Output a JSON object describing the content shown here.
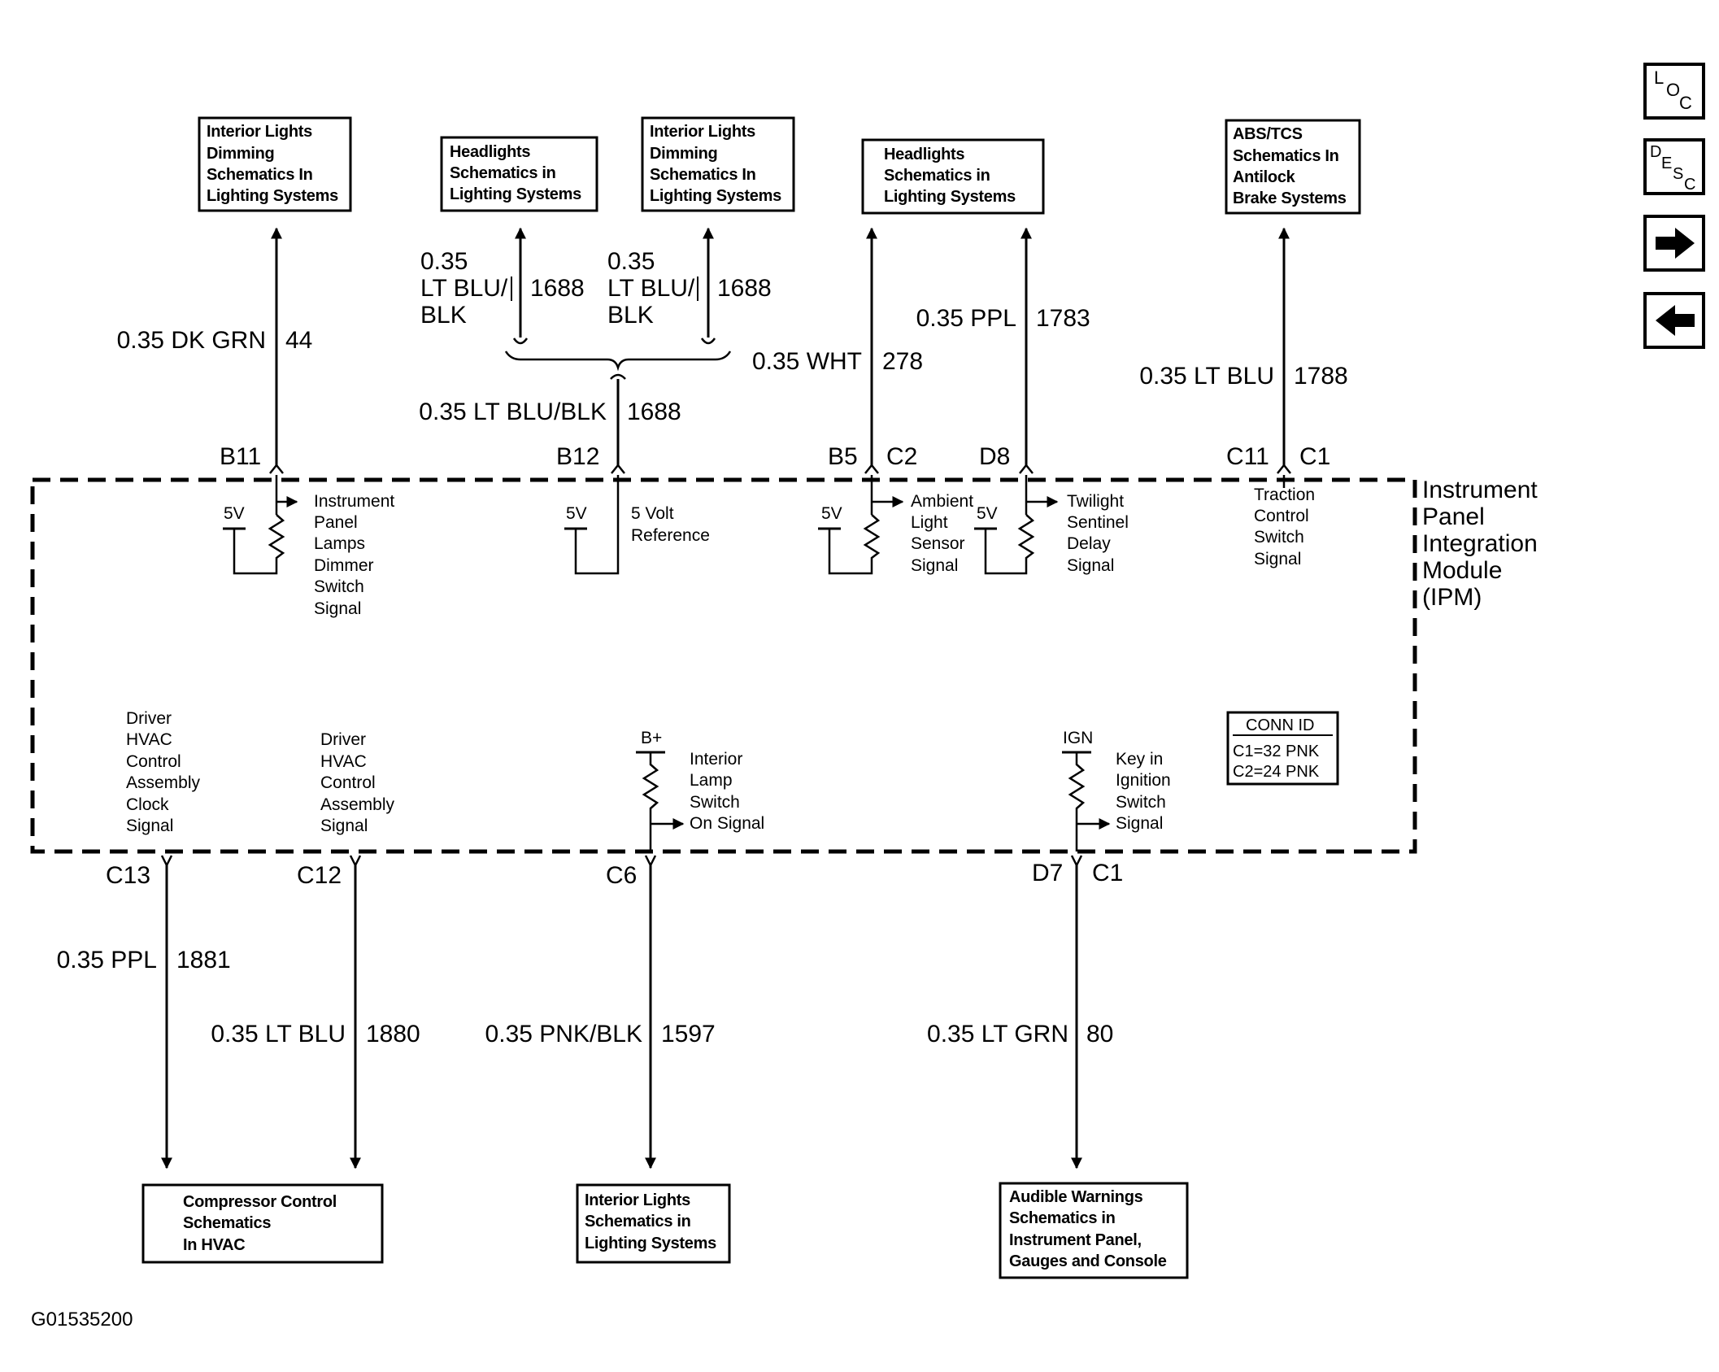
{
  "boxes": {
    "b11": [
      "Interior Lights",
      "Dimming",
      "Schematics In",
      "Lighting Systems"
    ],
    "hl1": [
      "Headlights",
      "Schematics in",
      "Lighting Systems"
    ],
    "ild2": [
      "Interior Lights",
      "Dimming",
      "Schematics In",
      "Lighting Systems"
    ],
    "hl2": [
      "Headlights",
      "Schematics in",
      "Lighting Systems"
    ],
    "abs": [
      "ABS/TCS",
      "Schematics In",
      "Antilock",
      "Brake Systems"
    ],
    "comp": [
      "Compressor Control",
      "Schematics",
      "In HVAC"
    ],
    "ilight": [
      "Interior Lights",
      "Schematics in",
      "Lighting Systems"
    ],
    "audible": [
      "Audible Warnings",
      "Schematics in",
      "Instrument Panel,",
      "Gauges and Console"
    ]
  },
  "wires": {
    "b11": {
      "color": "0.35 DK GRN",
      "circuit": "44"
    },
    "hl1": {
      "color": [
        "0.35",
        "LT BLU/",
        "BLK"
      ],
      "circuit": "1688"
    },
    "ild2": {
      "color": [
        "0.35",
        "LT BLU/",
        "BLK"
      ],
      "circuit": "1688"
    },
    "b12": {
      "color": "0.35 LT BLU/BLK",
      "circuit": "1688"
    },
    "b5": {
      "color": "0.35 WHT",
      "circuit": "278"
    },
    "d8": {
      "color": "0.35 PPL",
      "circuit": "1783"
    },
    "c11": {
      "color": "0.35 LT BLU",
      "circuit": "1788"
    },
    "c13": {
      "color": "0.35 PPL",
      "circuit": "1881"
    },
    "c12": {
      "color": "0.35 LT BLU",
      "circuit": "1880"
    },
    "c6": {
      "color": "0.35 PNK/BLK",
      "circuit": "1597"
    },
    "d7": {
      "color": "0.35 LT GRN",
      "circuit": "80"
    }
  },
  "pins": {
    "b11": "B11",
    "b12": "B12",
    "b5": "B5",
    "b5c": "C2",
    "d8": "D8",
    "c11": "C11",
    "c11c": "C1",
    "c13": "C13",
    "c12": "C12",
    "c6": "C6",
    "d7": "D7",
    "d7c": "C1"
  },
  "signals": {
    "dimmer": [
      "Instrument",
      "Panel",
      "Lamps",
      "Dimmer",
      "Switch",
      "Signal"
    ],
    "ref5v": [
      "5 Volt",
      "Reference"
    ],
    "ambient": [
      "Ambient",
      "Light",
      "Sensor",
      "Signal"
    ],
    "twilight": [
      "Twilight",
      "Sentinel",
      "Delay",
      "Signal"
    ],
    "traction": [
      "Traction",
      "Control",
      "Switch",
      "Signal"
    ],
    "clock": [
      "Driver",
      "HVAC",
      "Control",
      "Assembly",
      "Clock",
      "Signal"
    ],
    "hvac": [
      "Driver",
      "HVAC",
      "Control",
      "Assembly",
      "Signal"
    ],
    "lamp": [
      "Interior",
      "Lamp",
      "Switch",
      "On Signal"
    ],
    "key": [
      "Key in",
      "Ignition",
      "Switch",
      "Signal"
    ]
  },
  "supplies": {
    "v5": "5V",
    "bplus": "B+",
    "ign": "IGN"
  },
  "module": [
    "Instrument",
    "Panel",
    "Integration",
    "Module",
    "(IPM)"
  ],
  "conn_id": {
    "title": "CONN ID",
    "lines": [
      "C1=32 PNK",
      "C2=24 PNK"
    ]
  },
  "nav": {
    "loc": [
      "L",
      "O",
      "C"
    ],
    "desc": [
      "D",
      "E",
      "S",
      "C"
    ]
  },
  "figure_id": "G01535200"
}
